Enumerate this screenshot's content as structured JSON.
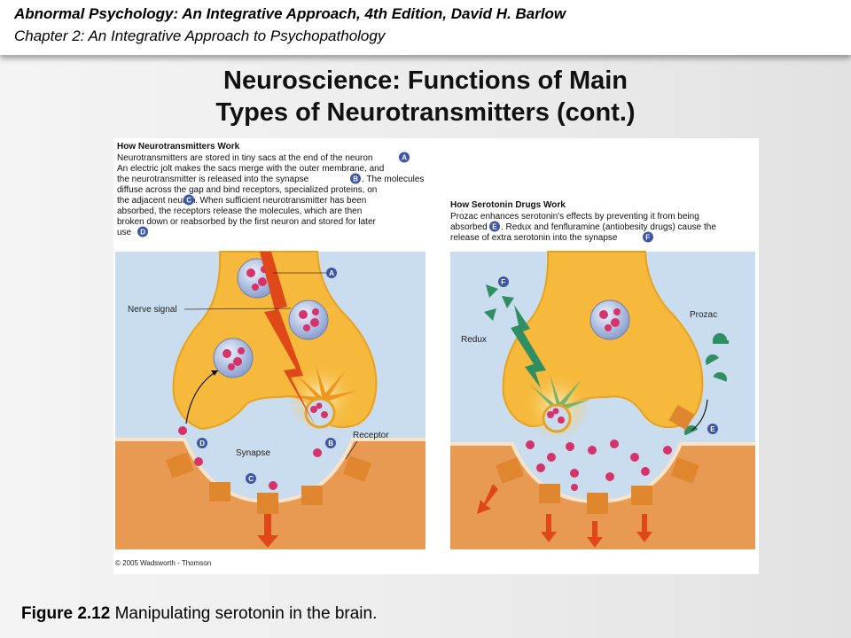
{
  "header": {
    "line1": "Abnormal Psychology: An Integrative Approach, 4th Edition, David H. Barlow",
    "line2": "Chapter 2: An Integrative Approach to Psychopathology"
  },
  "slide_title": {
    "line1": "Neuroscience:  Functions of Main",
    "line2": "Types of Neurotransmitters (cont.)"
  },
  "figure": {
    "left_panel": {
      "heading": "How Neurotransmitters Work",
      "text_lines": [
        "Neurotransmitters are stored in tiny sacs at the end of the neuron",
        "An electric jolt makes the sacs merge with the outer membrane, and",
        "the neurotransmitter is released into the synapse",
        "diffuse across the gap and bind receptors, specialized proteins, on",
        "the adjacent neuron",
        "absorbed, the receptors release the molecules, which are then",
        "broken down or reabsorbed by the first neuron and stored for later",
        "use"
      ],
      "text_tails": {
        "after_B": ".  The molecules",
        "after_C": ". When sufficient neurotransmitter has been"
      },
      "labels": {
        "nerve_signal": "Nerve signal",
        "synapse": "Synapse",
        "receptor": "Receptor"
      }
    },
    "right_panel": {
      "heading": "How Serotonin Drugs Work",
      "text_lines": [
        "Prozac enhances serotonin's effects by preventing it from being",
        "absorbed",
        "release of extra serotonin into the synapse"
      ],
      "text_tails": {
        "after_E": ". Redux and fenfluramine (antiobesity drugs) cause the"
      },
      "labels": {
        "prozac": "Prozac",
        "redux": "Redux"
      }
    },
    "badges": [
      "A",
      "B",
      "C",
      "D",
      "E",
      "F"
    ],
    "copyright": "© 2005 Wadsworth - Thomson"
  },
  "caption": {
    "label": "Figure 2.12",
    "text": " Manipulating serotonin in the brain."
  },
  "colors": {
    "panel_bg": "#c9ddef",
    "neuron_yellow": "#f6b93b",
    "neuron_edge": "#e8a21f",
    "membrane_orange": "#e89a52",
    "receptor_orange": "#e0862f",
    "badge_blue": "#3d56a6",
    "molecule_pink": "#d6336c",
    "signal_red": "#e0481a",
    "drug_green": "#2f8f62"
  }
}
